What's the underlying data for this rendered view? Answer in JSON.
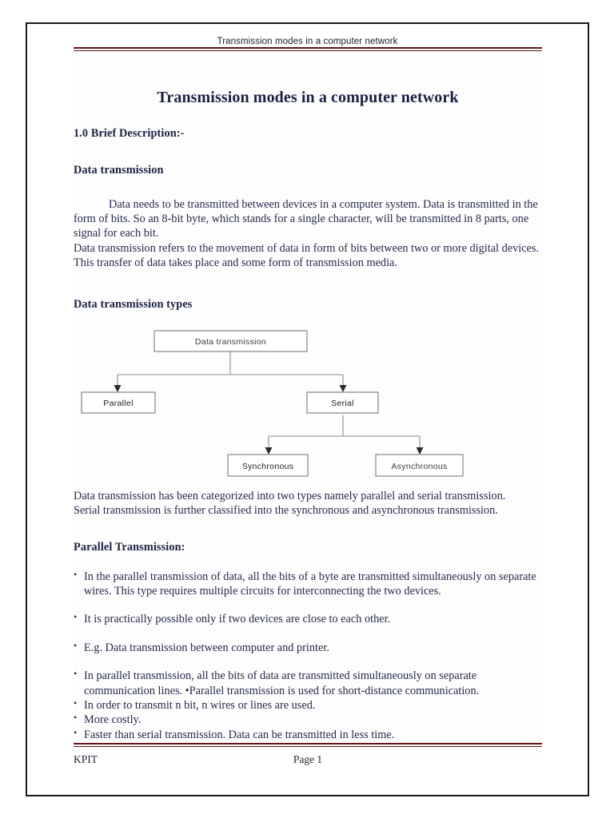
{
  "header": {
    "running_title": "Transmission modes in a computer network",
    "rule_color": "#5e1414"
  },
  "title": "Transmission modes in a computer network",
  "sections": {
    "brief_description_heading": "1.0 Brief Description:-",
    "data_transmission_heading": "Data transmission",
    "data_transmission_paragraphs": [
      "Data needs to be transmitted between devices in a computer system. Data is transmitted in the form of bits. So an 8-bit byte, which stands for a single character, will be transmitted in 8 parts, one signal for each bit.",
      "Data transmission refers to the movement of data in form of bits between two or more digital devices.",
      "This transfer of data takes place and some form of transmission media."
    ],
    "data_transmission_types_heading": "Data transmission types",
    "after_diagram_paragraphs": [
      "Data transmission has been categorized into two types namely parallel and serial transmission.",
      "Serial transmission is further classified into the synchronous and asynchronous transmission."
    ],
    "parallel_transmission_heading": "Parallel Transmission:",
    "parallel_bullets": [
      "In the parallel transmission of data, all the bits of a byte are transmitted simultaneously on separate wires. This type requires multiple circuits for interconnecting the two devices.",
      "It is practically possible only if two devices are close to each other.",
      "E.g. Data transmission between computer and printer.",
      "In parallel transmission, all the bits of data are transmitted simultaneously on separate communication lines.  •Parallel transmission is used for short-distance communication.",
      "In order to transmit n bit, n wires or lines are used.",
      "More costly.",
      "Faster than serial transmission. Data can be transmitted in less time."
    ]
  },
  "diagram": {
    "type": "tree",
    "root": "Data transmission",
    "nodes": [
      {
        "id": "root",
        "label": "Data transmission"
      },
      {
        "id": "parallel",
        "label": "Parallel"
      },
      {
        "id": "serial",
        "label": "Serial"
      },
      {
        "id": "synchronous",
        "label": "Synchronous"
      },
      {
        "id": "asynchronous",
        "label": "Asynchronous"
      }
    ],
    "edges": [
      {
        "from": "root",
        "to": "parallel"
      },
      {
        "from": "root",
        "to": "serial"
      },
      {
        "from": "serial",
        "to": "synchronous"
      },
      {
        "from": "serial",
        "to": "asynchronous"
      }
    ],
    "box_stroke": "#7a7a82",
    "connector_stroke": "#8b8b93"
  },
  "footer": {
    "left": "KPIT",
    "center": "Page 1"
  }
}
